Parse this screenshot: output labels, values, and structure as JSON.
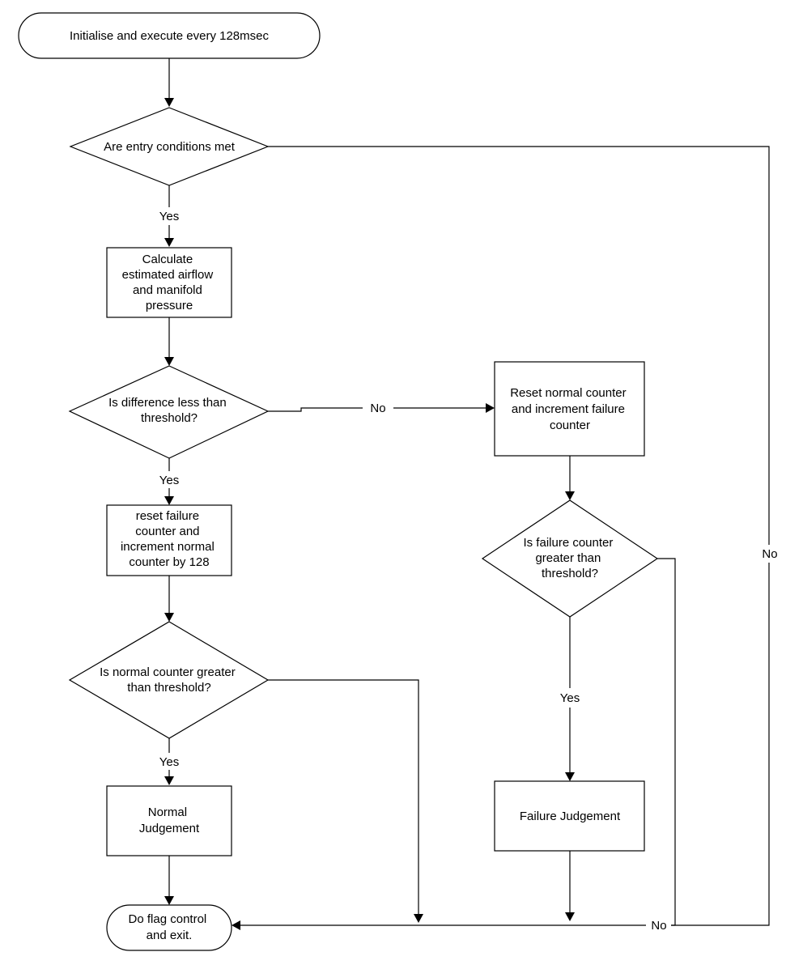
{
  "colors": {
    "stroke": "#000000",
    "background": "#ffffff",
    "text": "#000000"
  },
  "nodes": {
    "start": {
      "lines": [
        "Initialise and execute every 128msec"
      ]
    },
    "entry_check": {
      "lines": [
        "Are entry conditions met"
      ]
    },
    "calculate": {
      "lines": [
        "Calculate",
        "estimated airflow",
        "and manifold",
        "pressure"
      ]
    },
    "difference_check": {
      "lines": [
        "Is difference less than",
        "threshold?"
      ]
    },
    "reset_failure": {
      "lines": [
        "reset failure",
        "counter and",
        "increment normal",
        "counter by 128"
      ]
    },
    "normal_check": {
      "lines": [
        "Is normal counter greater",
        "than threshold?"
      ]
    },
    "normal_judgement": {
      "lines": [
        "Normal",
        "Judgement"
      ]
    },
    "end": {
      "lines": [
        "Do flag control",
        "and exit."
      ]
    },
    "reset_normal": {
      "lines": [
        "Reset normal counter",
        "and increment failure",
        "counter"
      ]
    },
    "failure_check": {
      "lines": [
        "Is failure counter",
        "greater than",
        "threshold?"
      ]
    },
    "failure_judgement": {
      "lines": [
        "Failure Judgement"
      ]
    }
  },
  "edge_labels": {
    "entry_yes": "Yes",
    "entry_no": "No",
    "difference_yes": "Yes",
    "difference_no": "No",
    "normal_yes": "Yes",
    "failure_yes": "Yes",
    "failure_no": "No"
  }
}
